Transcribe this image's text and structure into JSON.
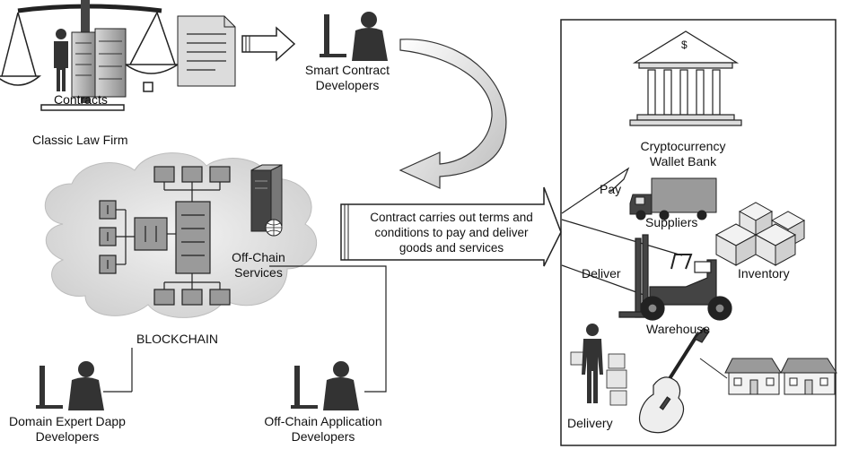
{
  "labels": {
    "contracts": "Contracts",
    "law_firm": "Classic Law Firm",
    "smart_contract_dev_1": "Smart Contract",
    "smart_contract_dev_2": "Developers",
    "offchain_services_1": "Off-Chain",
    "offchain_services_2": "Services",
    "blockchain": "BLOCKCHAIN",
    "contract_box_1": "Contract carries out terms and",
    "contract_box_2": "conditions to pay and deliver",
    "contract_box_3": "goods and services",
    "domain_dev_1": "Domain Expert Dapp",
    "domain_dev_2": "Developers",
    "offchain_app_dev_1": "Off-Chain Application",
    "offchain_app_dev_2": "Developers",
    "bank_1": "Cryptocurrency",
    "bank_2": "Wallet Bank",
    "bank_symbol": "$",
    "pay": "Pay",
    "suppliers": "Suppliers",
    "inventory": "Inventory",
    "deliver": "Deliver",
    "warehouse": "Warehouse",
    "delivery": "Delivery"
  },
  "colors": {
    "stroke": "#222222",
    "light_gray": "#d9d9d9",
    "mid_gray": "#9a9a9a",
    "dark_gray": "#555555",
    "cloud": "#e6e6e6"
  }
}
